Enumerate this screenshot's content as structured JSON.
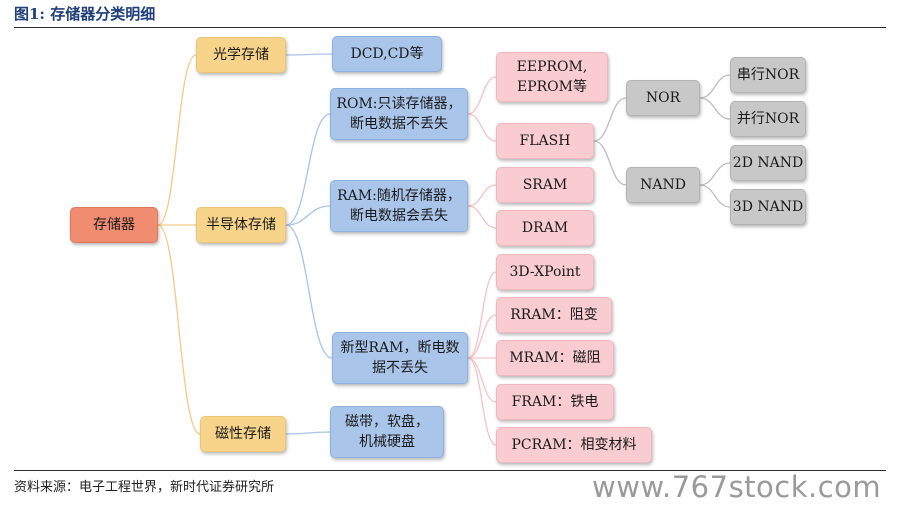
{
  "figure": {
    "title": "图1:   存储器分类明细",
    "source": "资料来源：电子工程世界，新时代证券研究所",
    "watermark": "www.767stock.com"
  },
  "colors": {
    "root": "#f08c70",
    "category": "#f8d48a",
    "type": "#a9c6ea",
    "subtype": "#f8ccd0",
    "flash_type": "#c8c8c8",
    "link_root": "#f2c98a",
    "link_blue": "#a9c3e6",
    "link_pink": "#f3c3c8",
    "link_gray": "#bdbdbd"
  },
  "tree": {
    "root": "存储器",
    "categories": {
      "optical": "光学存储",
      "semiconductor": "半导体存储",
      "magnetic": "磁性存储"
    },
    "types": {
      "dcd": "DCD,CD等",
      "rom": "ROM:只读存储器，\n断电数据不丢失",
      "ram": "RAM:随机存储器，\n断电数据会丢失",
      "new_ram": "新型RAM，断电数\n据不丢失",
      "magnetic_media": "磁带，软盘，\n机械硬盘"
    },
    "subtypes": {
      "eeprom": "EEPROM,\nEPROM等",
      "flash": "FLASH",
      "sram": "SRAM",
      "dram": "DRAM",
      "xpoint": "3D-XPoint",
      "rram": "RRAM：阻变",
      "mram": "MRAM：磁阻",
      "fram": "FRAM：铁电",
      "pcram": "PCRAM：相变材料"
    },
    "flash_types": {
      "nor": "NOR",
      "nand": "NAND"
    },
    "leaves": {
      "serial_nor": "串行NOR",
      "parallel_nor": "并行NOR",
      "nand_2d": "2D NAND",
      "nand_3d": "3D NAND"
    }
  }
}
